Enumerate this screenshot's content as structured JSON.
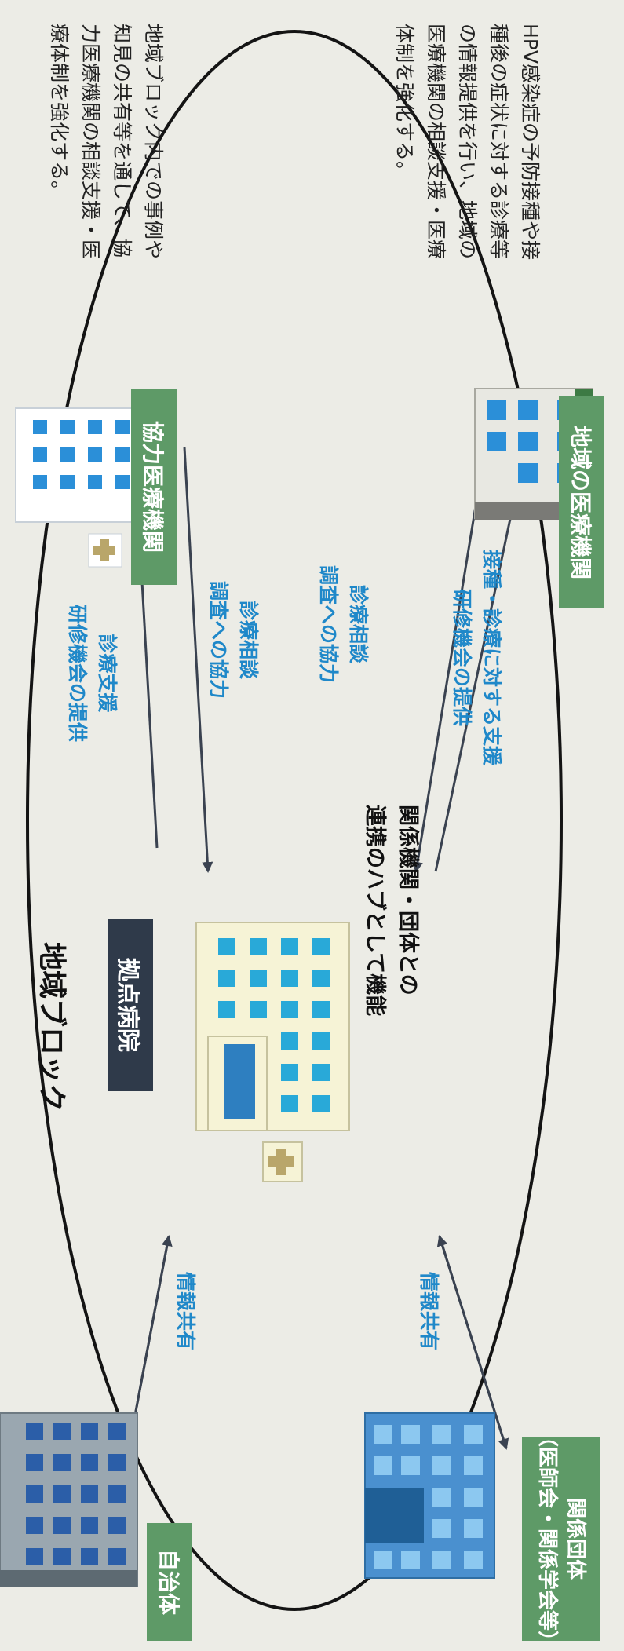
{
  "title": "地域ブロック",
  "hub": {
    "label": "拠点病院",
    "caption_line1": "関係機関・団体との",
    "caption_line2": "連携のハブとして機能"
  },
  "nodes": {
    "cooperating": {
      "label": "協力医療機関",
      "description_lines": [
        "地域ブロック内での事例や",
        "知見の共有等を通して、協",
        "力医療機関の相談支援・医",
        "療体制を強化する。"
      ]
    },
    "regional": {
      "label": "地域の医療機関",
      "description_lines": [
        "HPV感染症の予防接種や接",
        "種後の症状に対する診療等",
        "の情報提供を行い、地域の",
        "医療機関の相談支援・医療",
        "体制を強化する。"
      ]
    },
    "municipality": {
      "label": "自治体"
    },
    "association": {
      "label_line1": "関係団体",
      "label_line2": "（医師会・関係学会等）"
    }
  },
  "edges": {
    "hub_to_coop_out": [
      "診療支援",
      "研修機会の提供"
    ],
    "coop_to_hub": [
      "診療相談",
      "調査への協力"
    ],
    "regional_to_hub": [
      "診療相談",
      "調査への協力"
    ],
    "hub_to_regional_out": [
      "接種・診療に対する支援",
      "研修機会の提供"
    ],
    "municipality_share": "情報共有",
    "association_share": "情報共有"
  },
  "colors": {
    "green_box": "#5e9a67",
    "dark_box": "#2f3a4a",
    "edge_label": "#1f88c9",
    "arrow": "#3a4250"
  }
}
